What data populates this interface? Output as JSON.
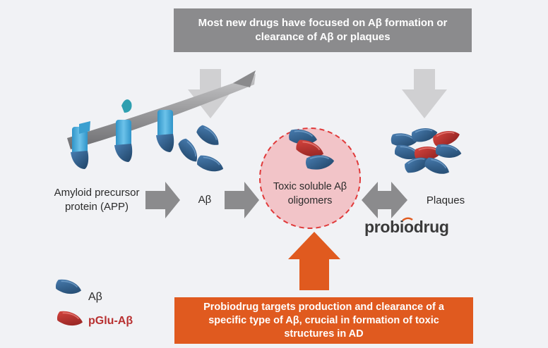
{
  "top_banner": {
    "text": "Most new drugs have focused on Aβ formation or clearance of Aβ or plaques"
  },
  "bottom_banner": {
    "text": "Probiodrug targets production and clearance of a specific type of Aβ, crucial in formation of toxic structures in AD"
  },
  "nodes": {
    "app_label": "Amyloid precursor protein (APP)",
    "abeta_label": "Aβ",
    "oligomer_label": "Toxic soluble Aβ oligomers",
    "plaques_label": "Plaques"
  },
  "logo": {
    "text": "probiodrug"
  },
  "legend": {
    "items": [
      {
        "label": "Aβ",
        "color": "#2f5e8c"
      },
      {
        "label": "pGlu-Aβ",
        "color": "#b83030"
      }
    ]
  },
  "colors": {
    "gray_arrow": "#8b8b8d",
    "light_gray_arrow": "#d0d0d2",
    "orange": "#e05a1f",
    "oligomer_fill": "#f2c4c8",
    "oligomer_border": "#e03a3a",
    "abeta_blue": "#2f5e8c",
    "pglu_red": "#b83030"
  }
}
